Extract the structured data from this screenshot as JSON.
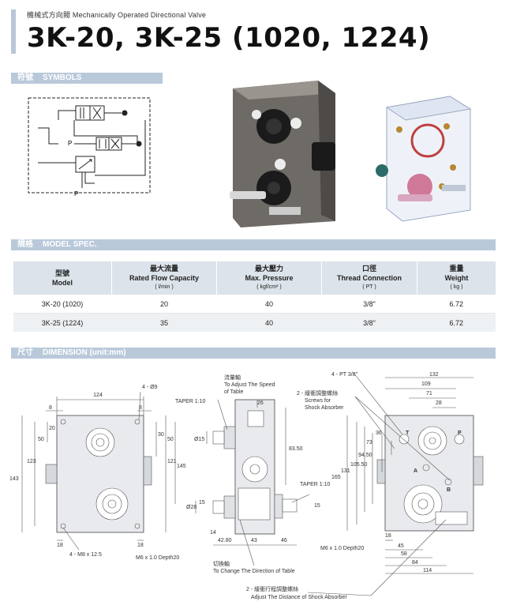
{
  "header": {
    "subtitle": "機械式方向閥  Mechanically Operated Directional Valve",
    "title": "3K-20, 3K-25 (1020, 1224)"
  },
  "sections": {
    "symbols_zh": "符號",
    "symbols_en": "SYMBOLS",
    "spec_zh": "規格",
    "spec_en": "MODEL SPEC.",
    "dim_zh": "尺寸",
    "dim_en": "DIMENSION (unit:mm)"
  },
  "symbol_labels": {
    "p1": "P",
    "p2": "P"
  },
  "spec_table": {
    "headers": [
      {
        "zh": "型號",
        "en": "Model",
        "unit": ""
      },
      {
        "zh": "最大流量",
        "en": "Rated Flow Capacity",
        "unit": "( l/min )"
      },
      {
        "zh": "最大壓力",
        "en": "Max. Pressure",
        "unit": "( kgf/cm² )"
      },
      {
        "zh": "口徑",
        "en": "Thread Connection",
        "unit": "( PT )"
      },
      {
        "zh": "重量",
        "en": "Weight",
        "unit": "( kg )"
      }
    ],
    "rows": [
      [
        "3K-20 (1020)",
        "20",
        "40",
        "3/8\"",
        "6.72"
      ],
      [
        "3K-25 (1224)",
        "35",
        "40",
        "3/8\"",
        "6.72"
      ]
    ]
  },
  "dimension": {
    "front": {
      "w124": "124",
      "d8a": "8",
      "d8b": "8",
      "d20": "20",
      "d50": "50",
      "d123": "123",
      "d143": "143",
      "d30": "30",
      "d50b": "50",
      "d121": "121",
      "d145": "145",
      "d18a": "18",
      "d18b": "18",
      "holes": "4 - Ø9",
      "thread": "4 - M8 x 12.5"
    },
    "side": {
      "flow_zh": "流量軸",
      "flow_en1": "To Adjust The Speed",
      "flow_en2": "of Table",
      "taper1": "TAPER 1:10",
      "taper2": "TAPER 1:10",
      "d15a": "Ø15",
      "d28": "Ø28",
      "d15b": "15",
      "d15c": "15",
      "d26": "26",
      "d8350": "83.50",
      "d14": "14",
      "d4280": "42.80",
      "d43": "43",
      "d46": "46",
      "depth1": "M6 x 1.0  Depth20",
      "depth2": "M6 x 1.0  Depth20",
      "switch_zh": "切換軸",
      "switch_en": "To Change The Direction of Table"
    },
    "rear": {
      "pt": "4 - PT 3/8\"",
      "d132": "132",
      "d109": "109",
      "d71": "71",
      "d28": "28",
      "d36": "36",
      "d73": "73",
      "d9450": "94.50",
      "d10550": "105.50",
      "d131": "131",
      "d165": "165",
      "d18": "18",
      "d45": "45",
      "d58": "58",
      "d84": "84",
      "d114": "114",
      "t": "T",
      "p": "P",
      "a": "A",
      "b": "B",
      "screw_zh": "2 - 緩衝調整螺絲",
      "screw_en1": "Screws for",
      "screw_en2": "Shock Absorber",
      "shock_zh": "2 - 緩衝行程調整螺絲",
      "shock_en": "Adjust The Distance of Shock Absorber"
    }
  }
}
